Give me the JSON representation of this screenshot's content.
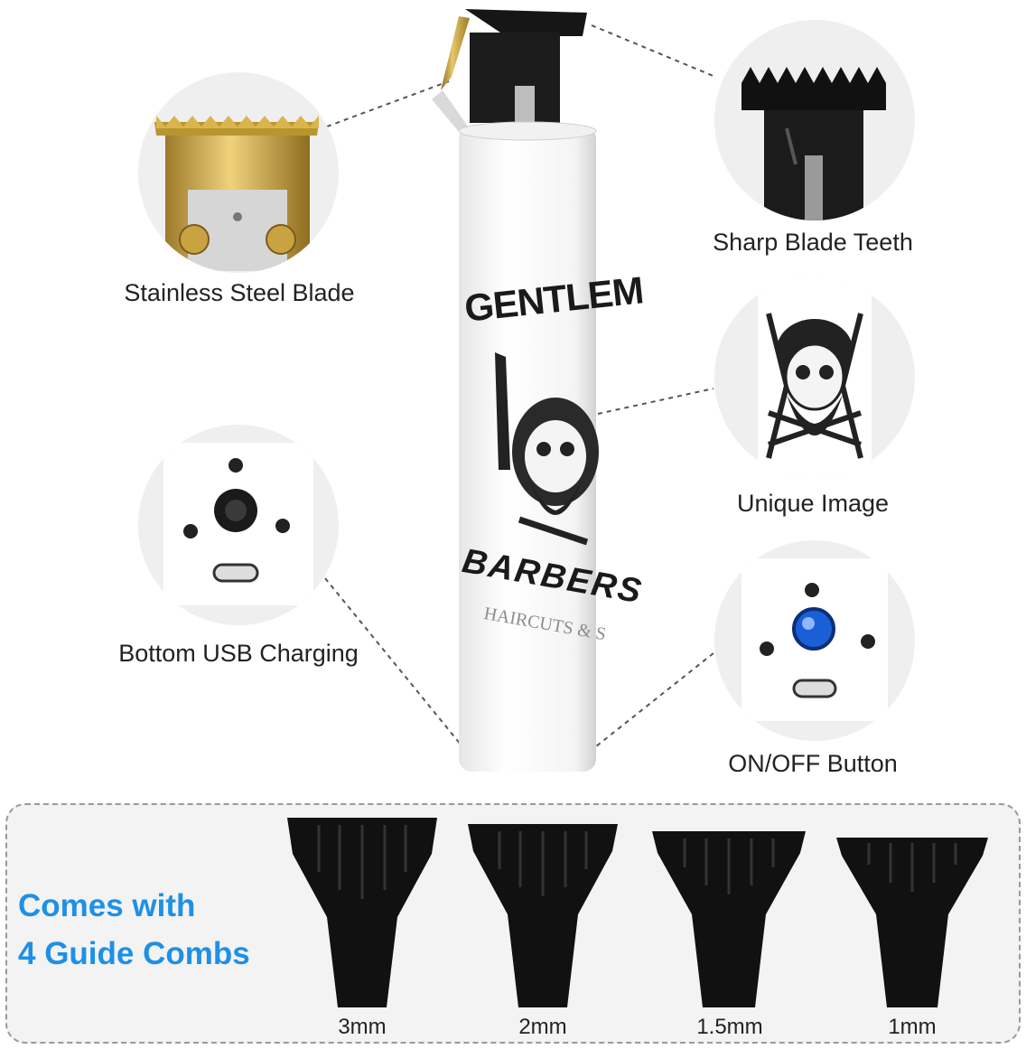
{
  "features": {
    "stainless": "Stainless Steel Blade",
    "sharp": "Sharp Blade Teeth",
    "unique": "Unique Image",
    "usb": "Bottom USB Charging",
    "onoff": "ON/OFF Button"
  },
  "product_print": {
    "line1": "GENTLEM",
    "line2": "BARBERS",
    "line3": "HAIRCUTS & S"
  },
  "combs_panel": {
    "title_line1": "Comes with",
    "title_line2": "4 Guide Combs",
    "sizes": [
      "3mm",
      "2mm",
      "1.5mm",
      "1mm"
    ]
  },
  "colors": {
    "accent": "#1e90e6",
    "button_blue": "#1a5fd6",
    "gold": "#c9a341",
    "comb_black": "#111111"
  }
}
